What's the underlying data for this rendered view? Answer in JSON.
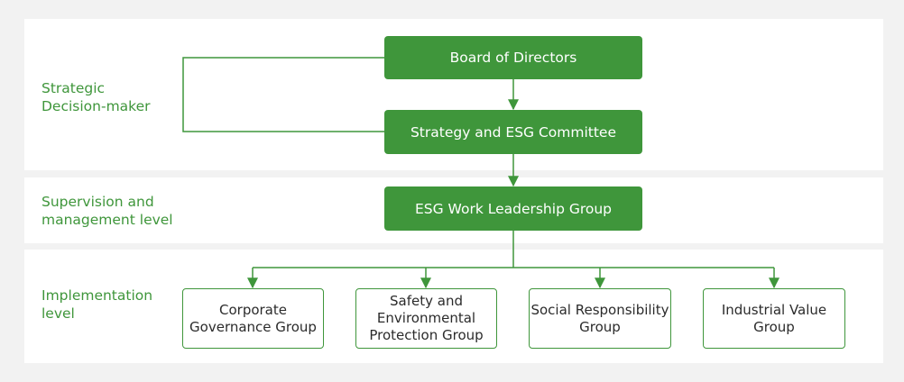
{
  "levels": {
    "strategic": "Strategic\nDecision-maker",
    "supervision": "Supervision and\nmanagement level",
    "implementation": "Implementation\nlevel"
  },
  "nodes": {
    "board": "Board of Directors",
    "committee": "Strategy and ESG Committee",
    "leadership": "ESG Work Leadership Group",
    "groups": [
      "Corporate\nGovernance Group",
      "Safety and\nEnvironmental\nProtection Group",
      "Social Responsibility\nGroup",
      "Industrial Value\nGroup"
    ]
  },
  "colors": {
    "accent": "#3f963b",
    "band": "#ffffff",
    "background": "#f2f2f2"
  }
}
